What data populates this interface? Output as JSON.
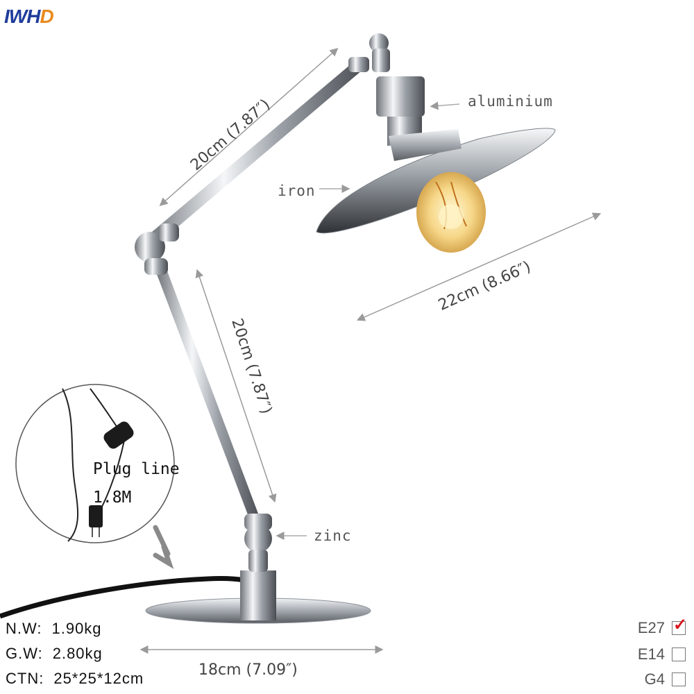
{
  "brand": {
    "logo_part1": "IWH",
    "logo_part2": "D"
  },
  "materials": {
    "aluminium": "aluminium",
    "iron": "iron",
    "zinc": "zinc"
  },
  "dimensions": {
    "upper_arm": "20cm (7.87″)",
    "lower_arm": "20cm (7.87″)",
    "shade": "22cm (8.66″)",
    "base": "18cm (7.09″)"
  },
  "inset": {
    "label_line1": "Plug line",
    "label_line2": "1.8M"
  },
  "specs": [
    {
      "label": "N.W:",
      "value": "1.90kg"
    },
    {
      "label": "G.W:",
      "value": "2.80kg"
    },
    {
      "label": "CTN:",
      "value": "25*25*12cm"
    }
  ],
  "sockets": [
    {
      "name": "E27",
      "checked": true
    },
    {
      "name": "E14",
      "checked": false
    },
    {
      "name": "G4",
      "checked": false
    }
  ],
  "colors": {
    "chrome": "#b8bcc2",
    "arrow": "#9a9a9a",
    "check": "#d8141c"
  }
}
